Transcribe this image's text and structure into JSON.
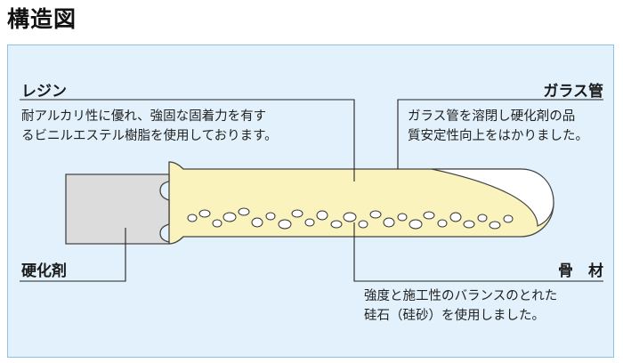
{
  "page": {
    "title": "構造図"
  },
  "labels": {
    "resin": {
      "heading": "レジン",
      "description_lines": [
        "耐アルカリ性に優れ、強固な固着力を有す",
        "るビニルエステル樹脂を使用しております。"
      ]
    },
    "glass_tube": {
      "heading": "ガラス管",
      "description_lines": [
        "ガラス管を溶閉し硬化剤の品",
        "質安定性向上をはかりました。"
      ]
    },
    "hardener": {
      "heading": "硬化剤"
    },
    "aggregate": {
      "heading": "骨　材",
      "description_lines": [
        "強度と施工性のバランスのとれた",
        "硅石（硅砂）を使用しました。"
      ]
    }
  },
  "colors": {
    "panel_bg": "#e2f1fb",
    "panel_border": "#8cc3e2",
    "resin_fill": "#fbf3bd",
    "hardener_fill": "#dcdcdc",
    "glass_outline": "#444444"
  }
}
